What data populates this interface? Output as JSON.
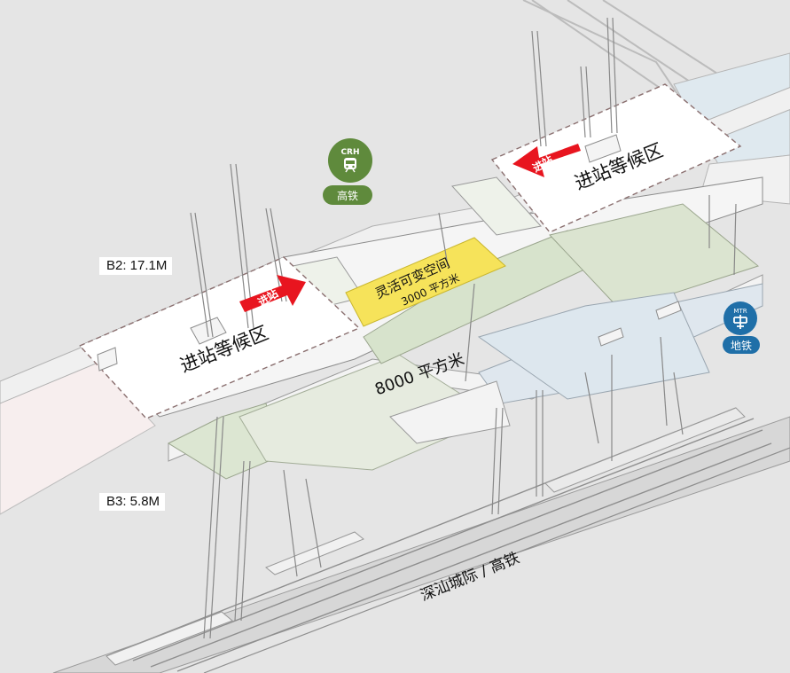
{
  "levels": {
    "b2": "B2: 17.1M",
    "b3": "B3: 5.8M"
  },
  "zones": {
    "waiting_left": "进站等候区",
    "waiting_right": "进站等候区",
    "arrow_left": "进站",
    "arrow_right": "进站",
    "flex_title": "灵活可变空间",
    "flex_area": "3000 平方米",
    "main_area": "8000 平方米"
  },
  "rail_line": "深汕城际 / 高铁",
  "crh": {
    "logo": "CRH",
    "label": "高铁"
  },
  "mtr": {
    "logo": "MTR",
    "label": "地铁"
  },
  "colors": {
    "hsr_green": "#5f8a3c",
    "mtr_blue": "#1f6fa8",
    "arrow_red": "#e8151f",
    "flex_yellow": "#f6e35a"
  }
}
